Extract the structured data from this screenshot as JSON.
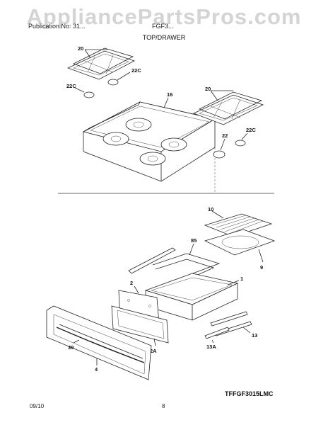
{
  "watermark": "AppliancePartsPros.com",
  "header": {
    "left": "Publication No: 31...",
    "right": "FGF3...",
    "section": "TOP/DRAWER"
  },
  "diagram_code": "TFFGF3015LMC",
  "footer": {
    "date": "09/10",
    "page": "8"
  },
  "callouts": {
    "grate_left": "20",
    "grate_right": "20",
    "cap_a": "22C",
    "cap_b": "22C",
    "cap_c": "22C",
    "cooktop": "16",
    "burner_base": "22",
    "broiler_grid": "10",
    "broiler_pan": "9",
    "drawer_rack": "85",
    "drawer_body": "1",
    "drawer_back": "2",
    "drawer_side": "2A",
    "slide_right": "13",
    "slide_left": "13A",
    "drawer_front": "4",
    "handle": "39"
  }
}
